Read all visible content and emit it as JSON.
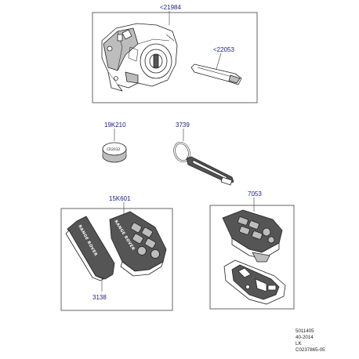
{
  "parts": {
    "ignition_switch": {
      "number": "<21984"
    },
    "key_blade": {
      "number": "<22053"
    },
    "battery": {
      "number": "19K210",
      "marking": "CR2032"
    },
    "emergency_key": {
      "number": "3739"
    },
    "smart_key_fob": {
      "number": "15K601",
      "brand": "RANGE ROVER"
    },
    "blade_cover": {
      "number": "3138",
      "brand": "RANGE ROVER"
    },
    "key_housing": {
      "number": "7053"
    }
  },
  "footer": {
    "line1": "5011405",
    "line2": "40-2014",
    "line3": "LK",
    "line4": "C0237865-05"
  },
  "colors": {
    "label": "#1b1f7a",
    "frame": "#555555",
    "linework": "#222222",
    "part_fill": "#bdbdbd"
  }
}
